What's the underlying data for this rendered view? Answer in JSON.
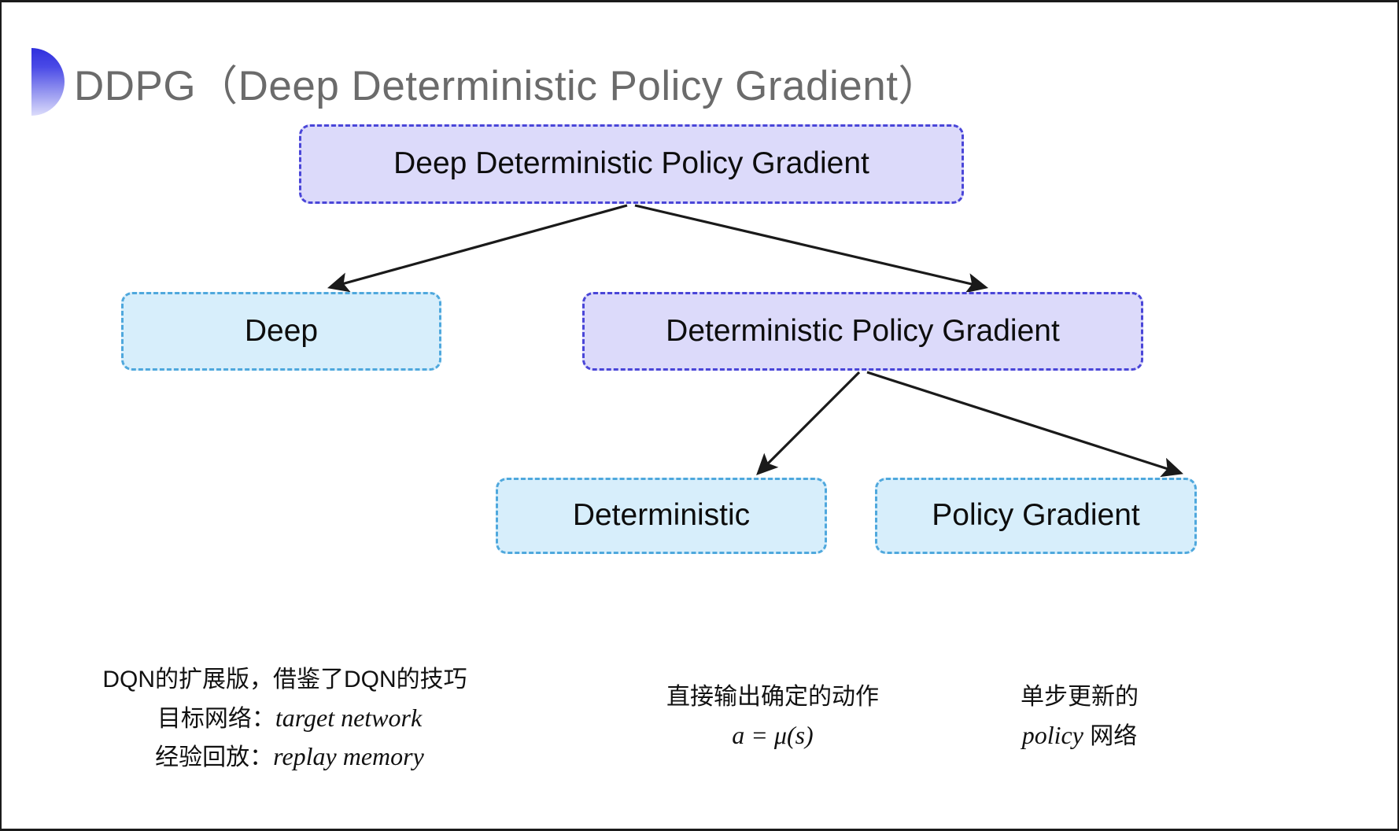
{
  "slide": {
    "title": "DDPG（Deep Deterministic Policy Gradient）",
    "background": "#ffffff",
    "accent_purple_fill": "#dcdafa",
    "accent_purple_border": "#4a46d8",
    "accent_cyan_fill": "#d7eefb",
    "accent_cyan_border": "#4fa8dd",
    "title_color": "#6b6b6b",
    "leaf_gradient_from": "#2f2fdd",
    "leaf_gradient_to": "#dcdcfb"
  },
  "diagram": {
    "type": "tree",
    "nodes": [
      {
        "id": "root",
        "label": "Deep Deterministic Policy Gradient",
        "style": "purple"
      },
      {
        "id": "deep",
        "label": "Deep",
        "style": "cyan"
      },
      {
        "id": "dpg",
        "label": "Deterministic Policy Gradient",
        "style": "purple"
      },
      {
        "id": "det",
        "label": "Deterministic",
        "style": "cyan"
      },
      {
        "id": "pg",
        "label": "Policy Gradient",
        "style": "cyan"
      }
    ],
    "edges": [
      {
        "from": "root",
        "to": "deep"
      },
      {
        "from": "root",
        "to": "dpg"
      },
      {
        "from": "dpg",
        "to": "det"
      },
      {
        "from": "dpg",
        "to": "pg"
      }
    ]
  },
  "captions": {
    "left": {
      "line1": "DQN的扩展版，借鉴了DQN的技巧",
      "line2_cn": "目标网络：",
      "line2_en": "target network",
      "line3_cn": "经验回放：",
      "line3_en": "replay memory"
    },
    "middle": {
      "line1": "直接输出确定的动作",
      "formula": "a = μ(s)"
    },
    "right": {
      "line1": "单步更新的",
      "line2_en": "policy",
      "line2_cn": " 网络"
    }
  }
}
